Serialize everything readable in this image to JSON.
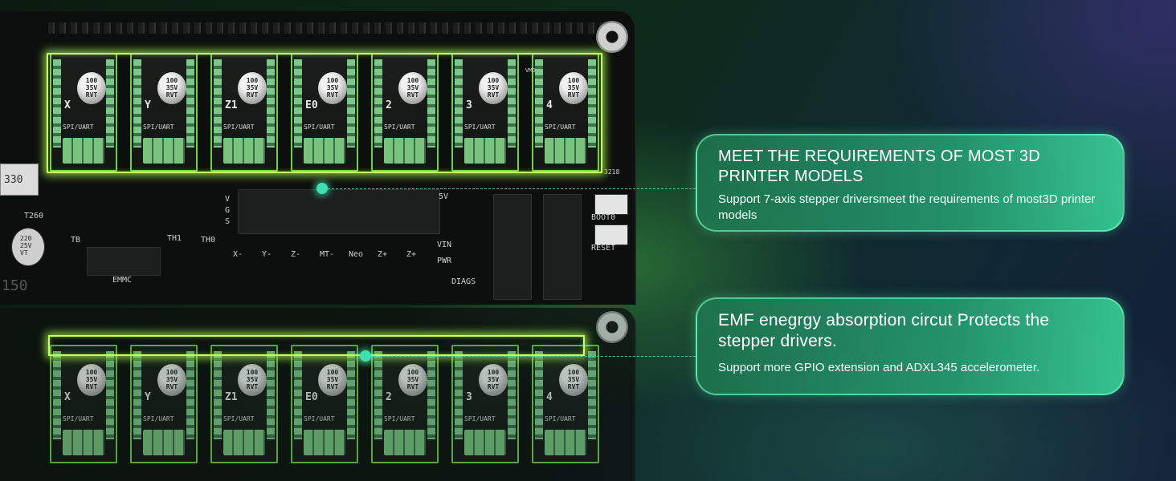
{
  "colors": {
    "accent_glow": "#c9ff66",
    "card_gradient_start": "#1e7850",
    "card_gradient_end": "#3cdca0",
    "marker_dot": "#3fe0b0"
  },
  "board": {
    "drivers": [
      {
        "axis": "X",
        "cap": [
          "100",
          "35V",
          "RVT"
        ],
        "spi": "SPI/UART"
      },
      {
        "axis": "Y",
        "cap": [
          "100",
          "35V",
          "RVT"
        ],
        "spi": "SPI/UART"
      },
      {
        "axis": "Z1",
        "cap": [
          "100",
          "35V",
          "RVT"
        ],
        "spi": "SPI/UART"
      },
      {
        "axis": "E0",
        "cap": [
          "100",
          "35V",
          "RVT"
        ],
        "spi": "SPI/UART"
      },
      {
        "axis": "2",
        "cap": [
          "100",
          "35V",
          "RVT"
        ],
        "spi": "SPI/UART"
      },
      {
        "axis": "3",
        "cap": [
          "100",
          "35V",
          "RVT"
        ],
        "spi": "SPI/UART"
      },
      {
        "axis": "4",
        "cap": [
          "100",
          "35V",
          "RVT"
        ],
        "spi": "SPI/UART"
      }
    ],
    "labels": {
      "vmot": "VMO",
      "inductor": "330",
      "cap_left": [
        "220",
        "25V",
        "VT"
      ],
      "th": [
        "TB",
        "TH1",
        "TH0"
      ],
      "emmc": "EMMC",
      "boot": "BOOT0",
      "reset": "RESET",
      "diag": "DIAGS",
      "pwr": "PWR",
      "vin": "VIN",
      "five_v": "5V",
      "part_150": "150",
      "t260": "T260",
      "vgs": [
        "V",
        "G",
        "S"
      ],
      "endstops": [
        "X-",
        "Y-",
        "Z-",
        "MT-",
        "Neo",
        "Z+",
        "Z+"
      ],
      "corner_code": "3218"
    }
  },
  "callouts": [
    {
      "title": "MEET THE REQUIREMENTS OF MOST 3D PRINTER MODELS",
      "subtitle": "Support 7-axis stepper driversmeet the requirements of most3D printer models"
    },
    {
      "title": "EMF enegrgy absorption circut Protects the stepper drivers.",
      "subtitle": "Support more GPIO extension and ADXL345 accelerometer."
    }
  ]
}
